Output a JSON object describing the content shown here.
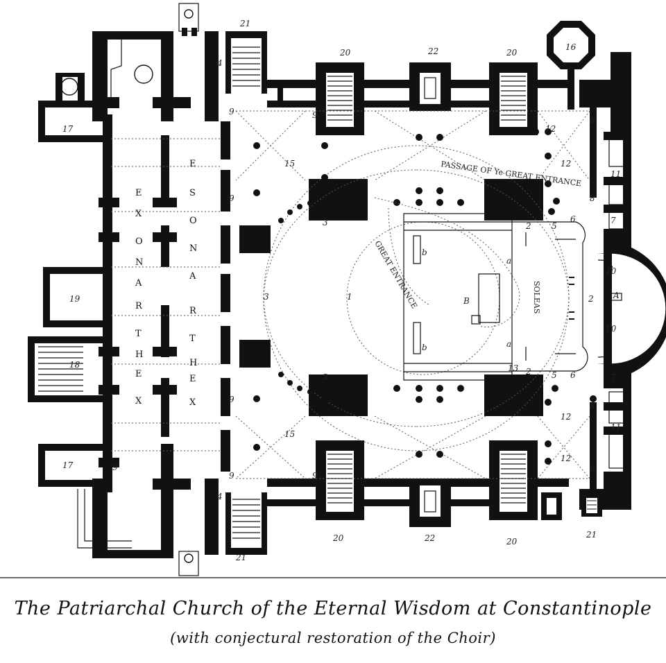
{
  "caption": {
    "line1": "The Patriarchal Church of the Eternal Wisdom at Constantinople",
    "line2": "(with conjectural restoration of the Choir)"
  },
  "labels": {
    "esonarthex": [
      "E",
      "S",
      "O",
      "N",
      "A",
      "R",
      "T",
      "H",
      "E",
      "X"
    ],
    "exonarthex": [
      "E",
      "X",
      "O",
      "N",
      "A",
      "R",
      "T",
      "H",
      "E",
      "X"
    ],
    "soleas": "SOLEAS",
    "great_entrance": "GREAT ENTRANCE",
    "passage": "PASSAGE OF Ye GREAT ENTRANCE",
    "a_label": "A",
    "b_label": "B",
    "n1": "1",
    "n2": "2",
    "n3": "3",
    "n4": "4",
    "n5": "5",
    "n6": "6",
    "n7": "7",
    "n8": "8",
    "n9": "9",
    "n10": "10",
    "n11": "11",
    "n12": "12",
    "n13": "13",
    "n15": "15",
    "n16": "16",
    "n17": "17",
    "n18": "18",
    "n19": "19",
    "n20": "20",
    "n21": "21",
    "n22": "22",
    "alpha": "a",
    "beta": "b"
  },
  "colors": {
    "ink": "#111111",
    "paper": "#ffffff"
  }
}
